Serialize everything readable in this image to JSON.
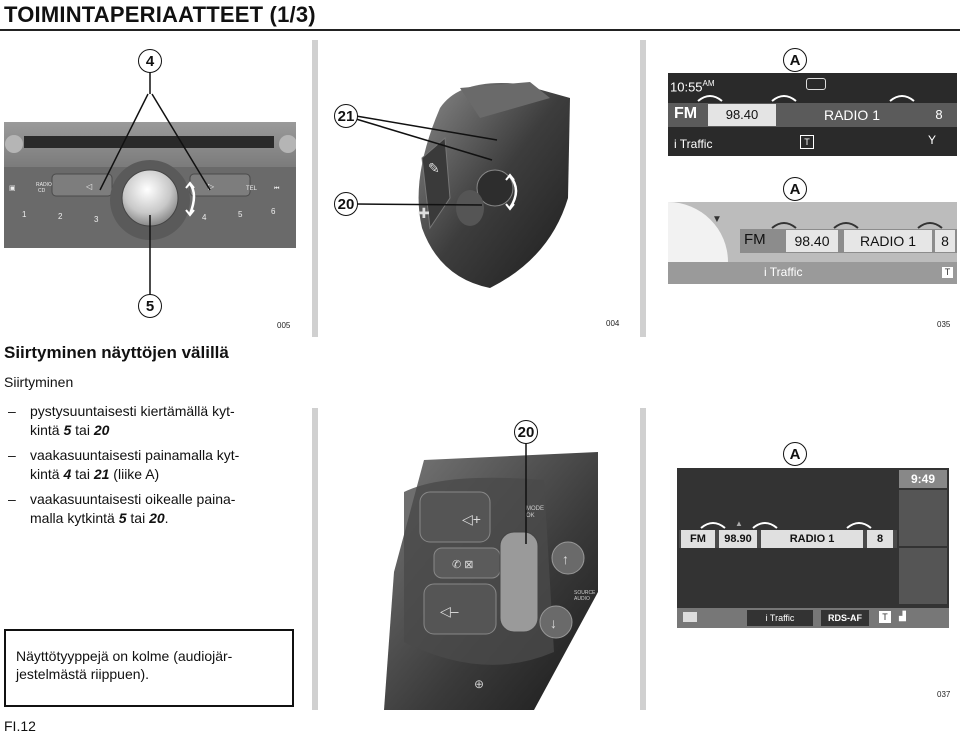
{
  "page": {
    "title": "TOIMINTAPERIAATTEET (1/3)",
    "page_number": "FI.12"
  },
  "figures": {
    "fig1": {
      "code": "005",
      "callouts": [
        "4",
        "5"
      ],
      "labels": {
        "radio_cd": "RADIO\nCD",
        "tel": "TEL",
        "keys": [
          "1",
          "2",
          "3",
          "4",
          "5",
          "6"
        ]
      }
    },
    "fig2": {
      "code": "004",
      "callouts": [
        "21",
        "20"
      ]
    },
    "fig3": {
      "code": "035",
      "callout": "A",
      "screen_top": {
        "time": "10:55",
        "ampm": "AM",
        "band": "FM",
        "freq": "98.40",
        "station": "RADIO 1",
        "preset": "8",
        "info": "i Traffic"
      },
      "screen_bottom": {
        "callout": "A",
        "band": "FM",
        "freq": "98.40",
        "station": "RADIO 1",
        "preset": "8",
        "info": "i Traffic"
      }
    },
    "fig4": {
      "code": "",
      "callout": "20",
      "labels": {
        "mode": "MODE\nOK",
        "source": "SOURCE\nAUDIO"
      }
    },
    "fig5": {
      "code": "037",
      "callout": "A",
      "screen": {
        "time": "9:49",
        "band": "FM",
        "freq": "98.90",
        "station": "RADIO 1",
        "preset": "8",
        "info": "i Traffic",
        "rds": "RDS-AF"
      }
    }
  },
  "text": {
    "heading": "Siirtyminen näyttöjen välillä",
    "subheading": "Siirtyminen",
    "items": [
      {
        "dash": "–",
        "line1": "pystysuuntaisesti kiertämällä kyt-",
        "line2_pre": "kintä ",
        "k1": "5",
        "mid": " tai ",
        "k2": "20",
        "post": ""
      },
      {
        "dash": "–",
        "line1": "vaakasuuntaisesti painamalla kyt-",
        "line2_pre": "kintä ",
        "k1": "4",
        "mid": " tai ",
        "k2": "21",
        "post": " (liike A)"
      },
      {
        "dash": "–",
        "line1": "vaakasuuntaisesti oikealle paina-",
        "line2_pre": "malla kytkintä ",
        "k1": "5",
        "mid": " tai ",
        "k2": "20",
        "post": "."
      }
    ],
    "note_line1": "Näyttötyyppejä on kolme (audiojär-",
    "note_line2": "jestelmästä riippuen)."
  }
}
